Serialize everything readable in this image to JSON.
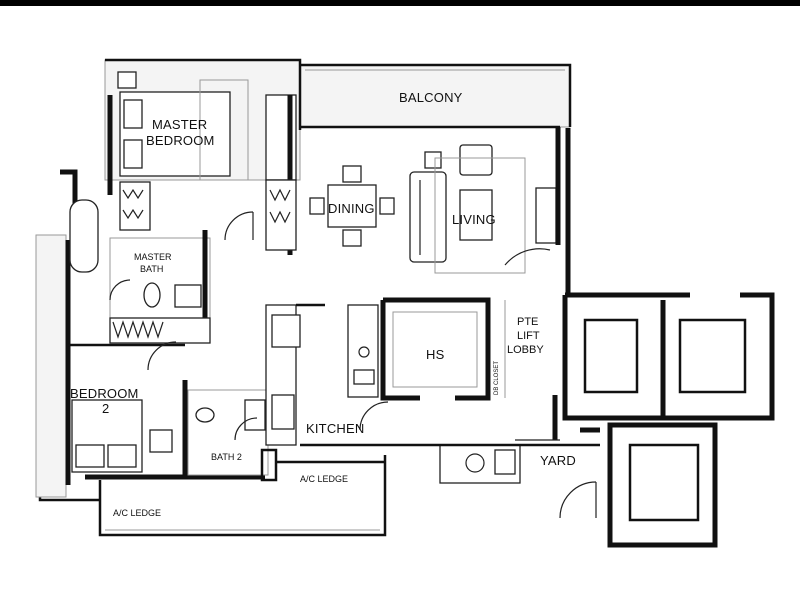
{
  "labels": {
    "balcony": "BALCONY",
    "master_bedroom_1": "MASTER",
    "master_bedroom_2": "BEDROOM",
    "dining": "DINING",
    "living": "LIVING",
    "master_bath_1": "MASTER",
    "master_bath_2": "BATH",
    "hs": "HS",
    "pte_1": "PTE",
    "pte_2": "LIFT",
    "pte_3": "LOBBY",
    "bedroom2_1": "BEDROOM",
    "bedroom2_2": "2",
    "bath2": "BATH 2",
    "kitchen": "KITCHEN",
    "yard": "YARD",
    "ac_ledge_1": "A/C LEDGE",
    "ac_ledge_2": "A/C LEDGE",
    "db_closet": "DB CLOSET"
  }
}
